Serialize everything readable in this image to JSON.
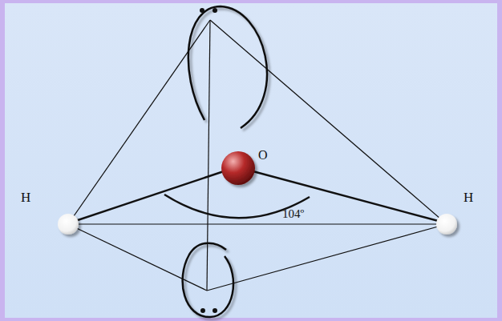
{
  "diagram": {
    "labels": [
      "H",
      "O",
      "104º",
      "H"
    ]
  }
}
